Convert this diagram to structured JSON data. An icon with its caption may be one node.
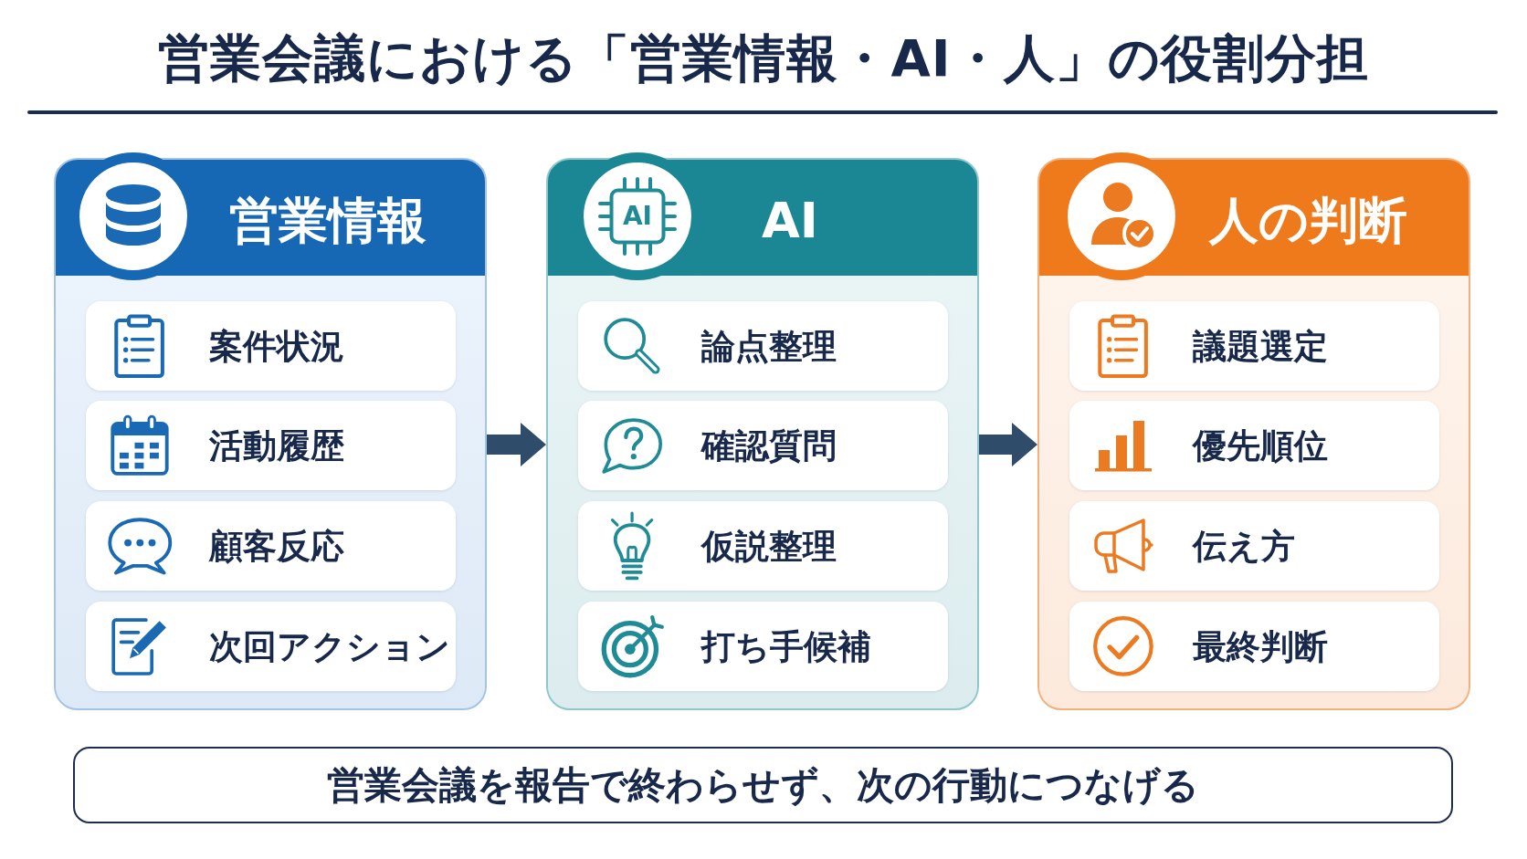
{
  "diagram": {
    "title": "営業会議における「営業情報・AI・人」の役割分担",
    "nodes": [
      {
        "text": [
          "営業情報"
        ]
      },
      {
        "text": [
          "案件状況"
        ],
        "in": 0
      },
      {
        "text": [
          "活動履歴"
        ],
        "in": 0
      },
      {
        "text": [
          "顧客反応"
        ],
        "in": 0
      },
      {
        "text": [
          "次回アクション"
        ],
        "in": 0
      },
      {
        "text": [
          "AI"
        ]
      },
      {
        "text": [
          "論点整理"
        ],
        "in": 5
      },
      {
        "text": [
          "確認質問"
        ],
        "in": 5
      },
      {
        "text": [
          "仮説整理"
        ],
        "in": 5
      },
      {
        "text": [
          "打ち手候補"
        ],
        "in": 5
      },
      {
        "text": [
          "人の判断"
        ]
      },
      {
        "text": [
          "議題選定"
        ],
        "in": 10
      },
      {
        "text": [
          "優先順位"
        ],
        "in": 10
      },
      {
        "text": [
          "伝え方"
        ],
        "in": 10
      },
      {
        "text": [
          "最終判断"
        ],
        "in": 10
      },
      {
        "text": [
          "営業会議を報告で終わらせず、次の行動につなげる"
        ]
      }
    ],
    "edges": [
      {
        "from": 0,
        "to": 5,
        "arrow": "to"
      },
      {
        "from": 5,
        "to": 10,
        "arrow": "to"
      }
    ],
    "labels": [
      "AI"
    ]
  }
}
